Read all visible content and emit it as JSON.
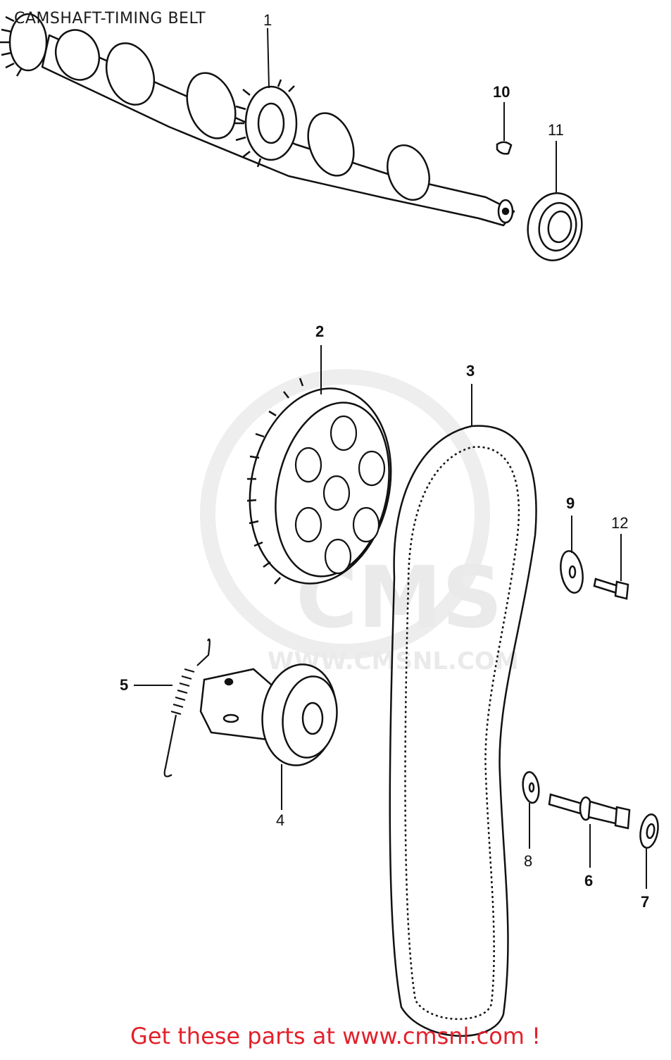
{
  "title": "CAMSHAFT-TIMING BELT",
  "footer": "Get these parts at www.cmsnl.com !",
  "watermark": {
    "logo": "CMS",
    "url": "WWW.CMSNL.COM"
  },
  "callouts": {
    "c1": "1",
    "c2": "2",
    "c3": "3",
    "c4": "4",
    "c5": "5",
    "c6": "6",
    "c7": "7",
    "c8": "8",
    "c9": "9",
    "c10": "10",
    "c11": "11",
    "c12": "12"
  },
  "colors": {
    "line": "#111111",
    "footer": "#e3202a",
    "watermark": "#e8e8e8"
  }
}
